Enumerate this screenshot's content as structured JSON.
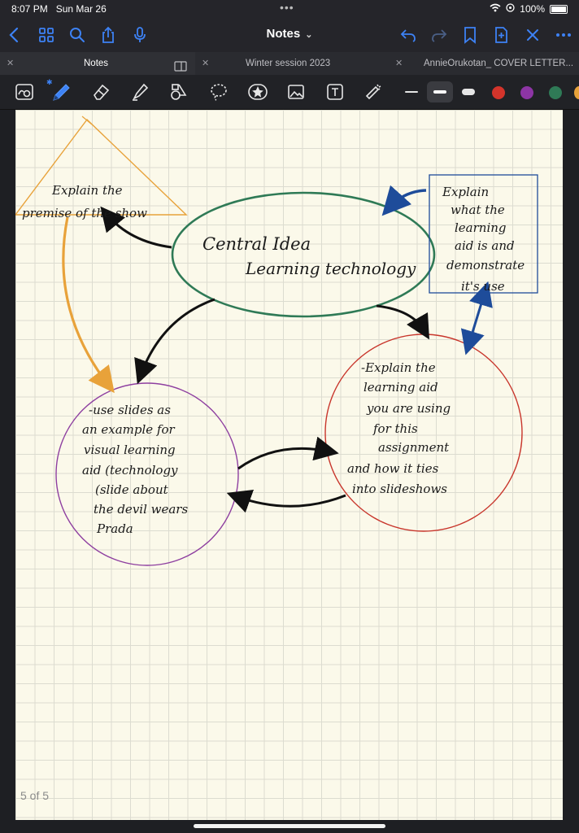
{
  "status": {
    "time": "8:07 PM",
    "date": "Sun Mar 26",
    "battery": "100%"
  },
  "nav": {
    "title": "Notes"
  },
  "tabs": [
    {
      "label": "Notes"
    },
    {
      "label": "Winter session 2023"
    },
    {
      "label": "AnnieOrukotan_ COVER LETTER..."
    }
  ],
  "colors": {
    "accent": "#3d82f5",
    "green": "#2f7a56",
    "red": "#c8352b",
    "purple": "#8e3fa0",
    "blue": "#1e4c9a",
    "orange": "#e8a23a"
  },
  "note": {
    "triangle_text": [
      "Explain the",
      "premise of   the show"
    ],
    "central_text": [
      "Central Idea",
      "Learning technology"
    ],
    "box_text": [
      "Explain",
      "what the",
      "learning",
      "aid is and",
      "demonstrate",
      "it's use"
    ],
    "right_text": [
      "-Explain the",
      "learning aid",
      "you are using",
      "for this",
      "assignment",
      "and how it ties",
      "into slideshows"
    ],
    "left_text": [
      "-use slides as",
      "an example for",
      "visual learning",
      "aid (technology",
      "(slide about",
      "the devil wears",
      "Prada"
    ]
  },
  "page_indicator": "5 of 5"
}
